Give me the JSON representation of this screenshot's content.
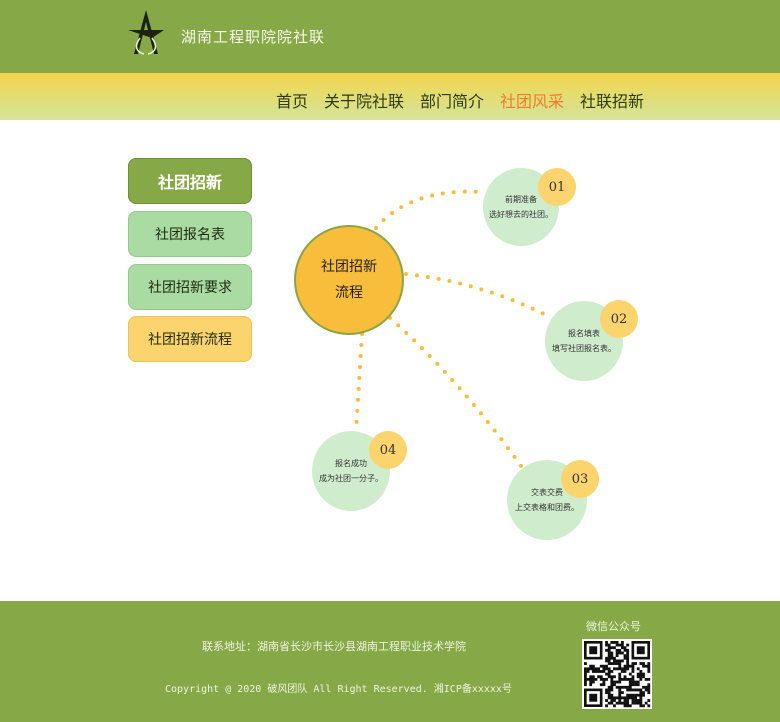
{
  "header": {
    "site_title": "湖南工程职院院社联",
    "logo": "star-a-logo"
  },
  "nav": {
    "items": [
      {
        "label": "首页"
      },
      {
        "label": "关于院社联"
      },
      {
        "label": "部门简介"
      },
      {
        "label": "社团风采"
      },
      {
        "label": "社联招新"
      }
    ],
    "active_index": 3,
    "active_color": "#f27a2e"
  },
  "sidebar": {
    "title": "社团招新",
    "items": [
      {
        "label": "社团报名表"
      },
      {
        "label": "社团招新要求"
      },
      {
        "label": "社团招新流程"
      }
    ]
  },
  "flow": {
    "center": {
      "line1": "社团招新",
      "line2": "流程"
    },
    "steps": [
      {
        "num": "01",
        "line1": "前期准备",
        "line2": "选好想去的社团。"
      },
      {
        "num": "02",
        "line1": "报名填表",
        "line2": "填写社团报名表。"
      },
      {
        "num": "03",
        "line1": "交表交费",
        "line2": "上交表格和团费。"
      },
      {
        "num": "04",
        "line1": "报名成功",
        "line2": "成为社团一分子。"
      }
    ]
  },
  "footer": {
    "address": "联系地址：湖南省长沙市长沙县湖南工程职业技术学院",
    "copyright": "Copyright @ 2020 破风团队 All Right Reserved. 湘ICP备xxxxx号",
    "wechat_label": "微信公众号",
    "qr_icon": "qr-code-icon"
  },
  "colors": {
    "green": "#86a847",
    "yellow": "#fbd46d",
    "light_green": "#cfeccc",
    "orange_accent": "#f27a2e"
  }
}
